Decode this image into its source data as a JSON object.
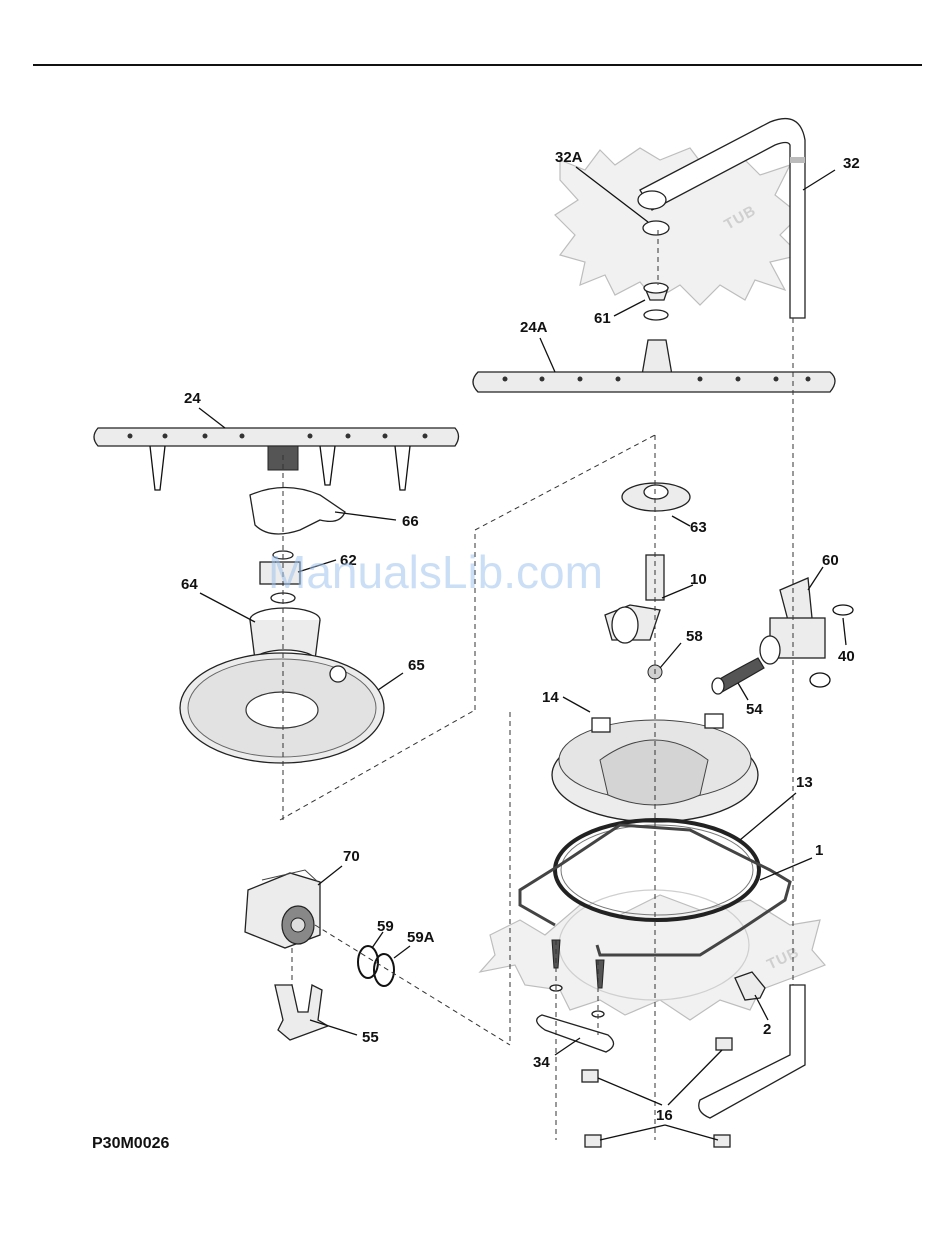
{
  "diagram": {
    "drawing_code": "P30M0026",
    "watermark": "ManualsLib.com",
    "tub_labels": [
      "TUB",
      "TUB"
    ],
    "callouts": {
      "p1": "1",
      "p2": "2",
      "p10": "10",
      "p13": "13",
      "p14": "14",
      "p16": "16",
      "p24": "24",
      "p24a": "24A",
      "p32": "32",
      "p32a": "32A",
      "p34": "34",
      "p40": "40",
      "p54": "54",
      "p55": "55",
      "p58": "58",
      "p59": "59",
      "p59a": "59A",
      "p60": "60",
      "p61": "61",
      "p62": "62",
      "p63": "63",
      "p64": "64",
      "p65": "65",
      "p66": "66",
      "p70": "70"
    }
  }
}
